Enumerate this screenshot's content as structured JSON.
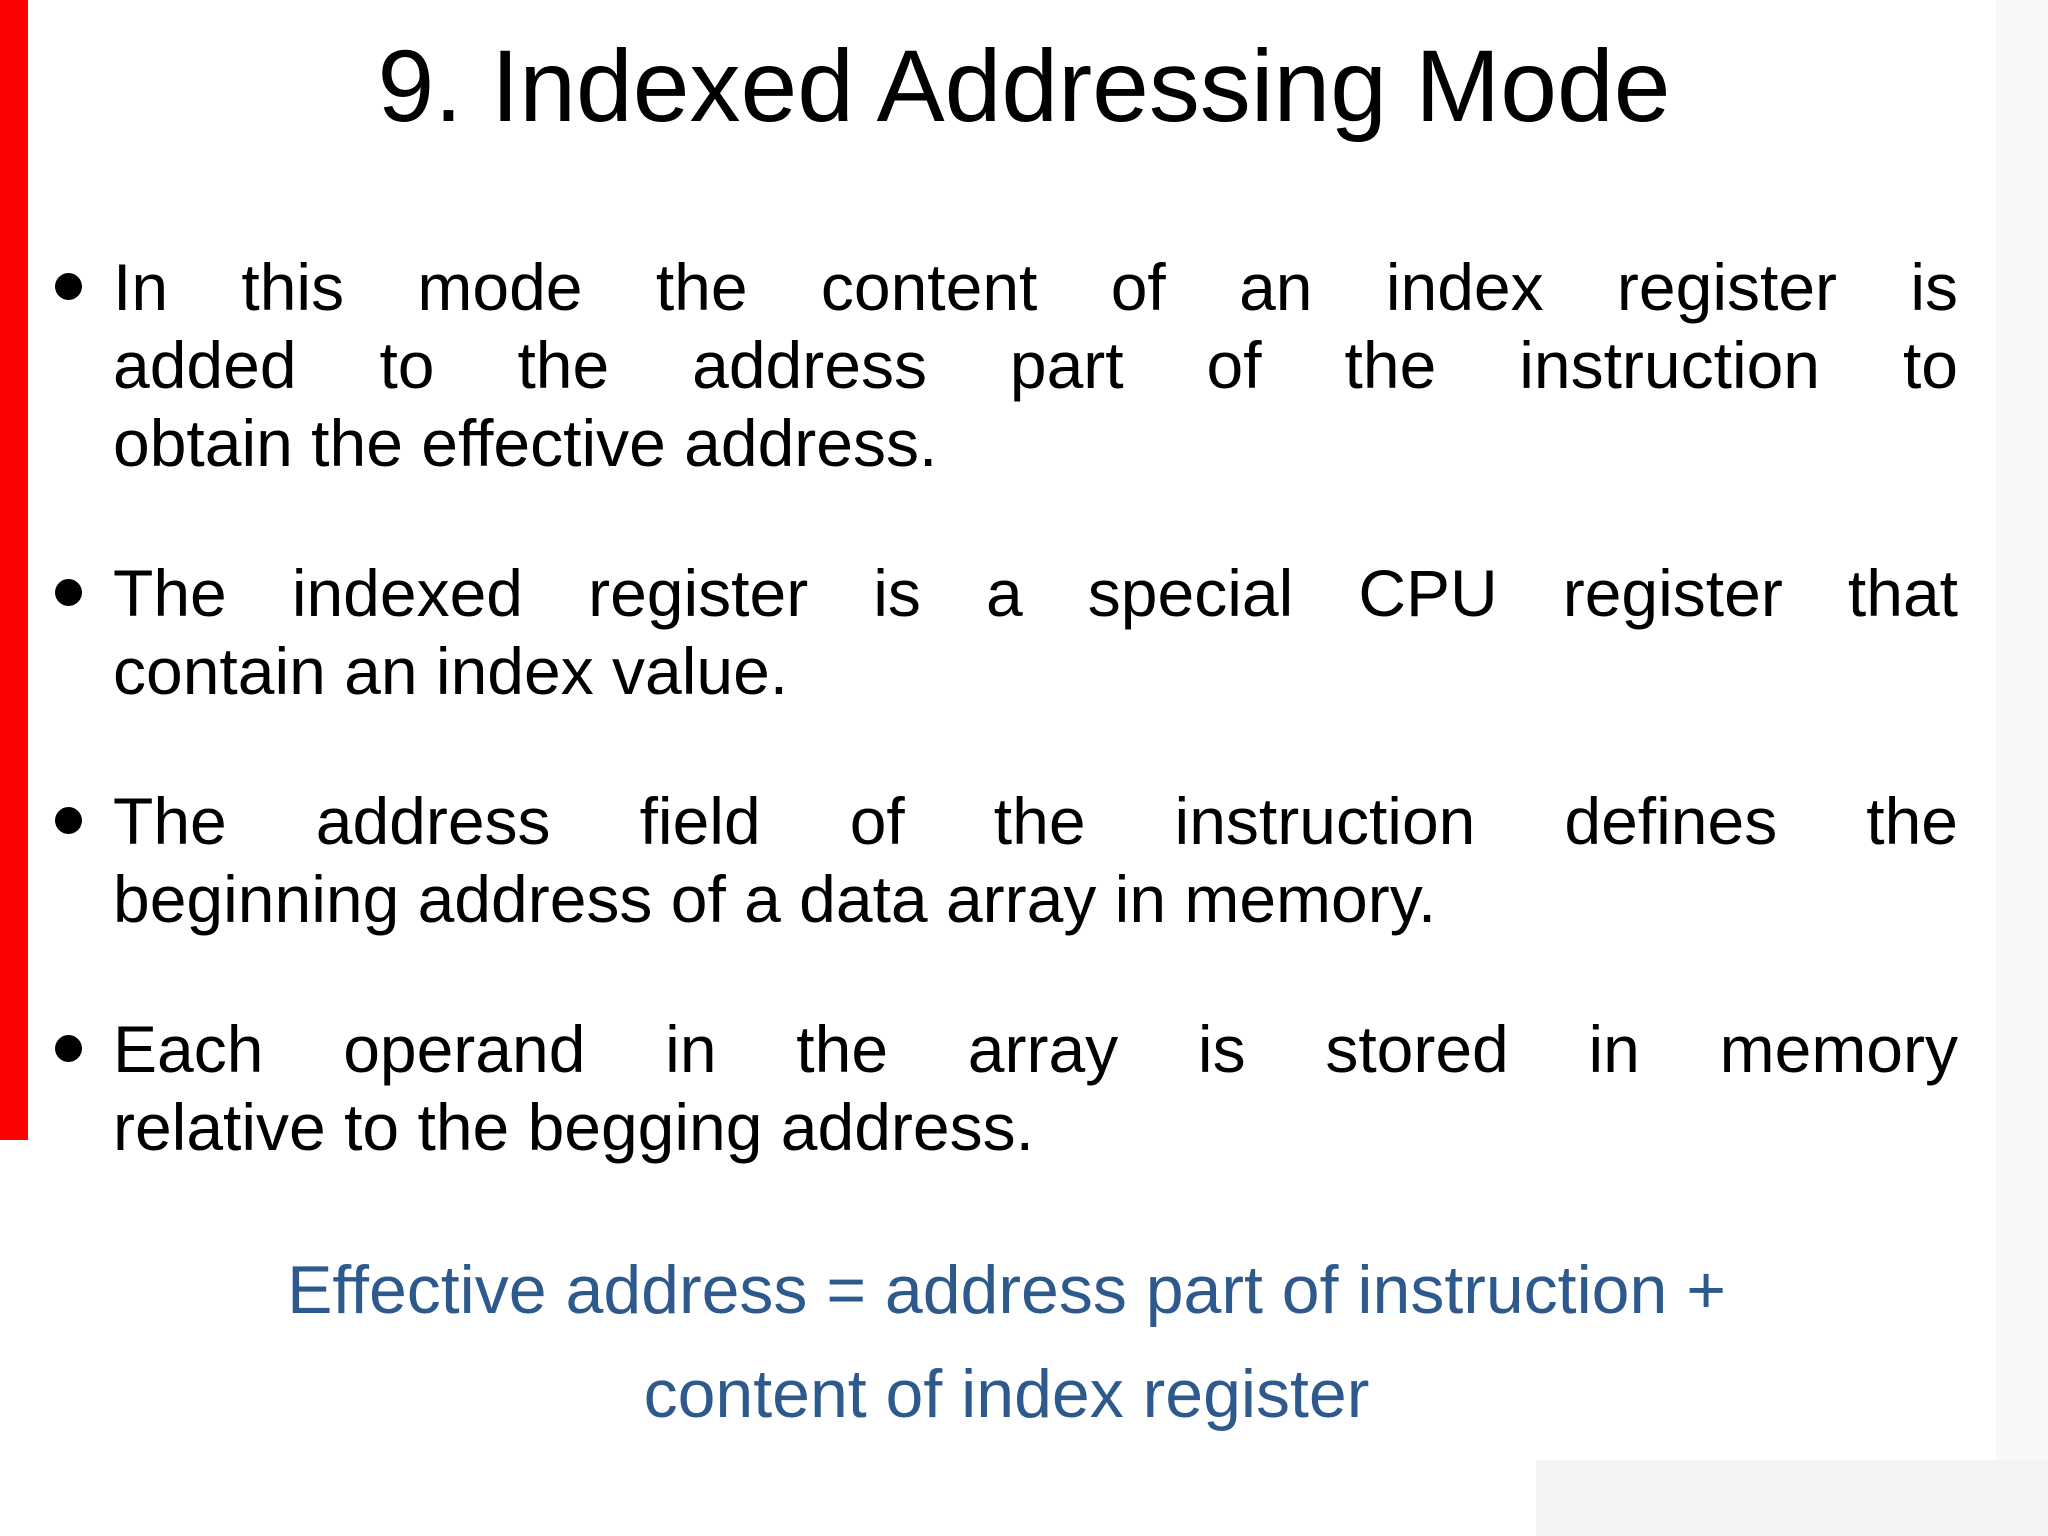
{
  "slide": {
    "title": "9. Indexed Addressing Mode",
    "bullets": [
      {
        "lines": [
          "In this mode the content of an index register is",
          "added to the address part of the instruction to",
          "obtain the effective address."
        ]
      },
      {
        "lines": [
          "The indexed register is a special CPU register that",
          "contain an index value."
        ]
      },
      {
        "lines": [
          "The address field of the instruction defines the",
          "beginning address of a data array in memory."
        ]
      },
      {
        "lines": [
          "Each operand in the array is stored in memory",
          "relative to the begging address."
        ]
      }
    ],
    "formula": {
      "lines": [
        "Effective address = address part of instruction +",
        "content of index register"
      ]
    },
    "icons": {
      "bullet": "•"
    },
    "colors": {
      "background": "#ffffff",
      "title_text": "#000000",
      "body_text": "#000000",
      "formula_text": "#2e598c",
      "red_bar": "#fe0202",
      "margin_gray": "#f3f3f3"
    }
  }
}
